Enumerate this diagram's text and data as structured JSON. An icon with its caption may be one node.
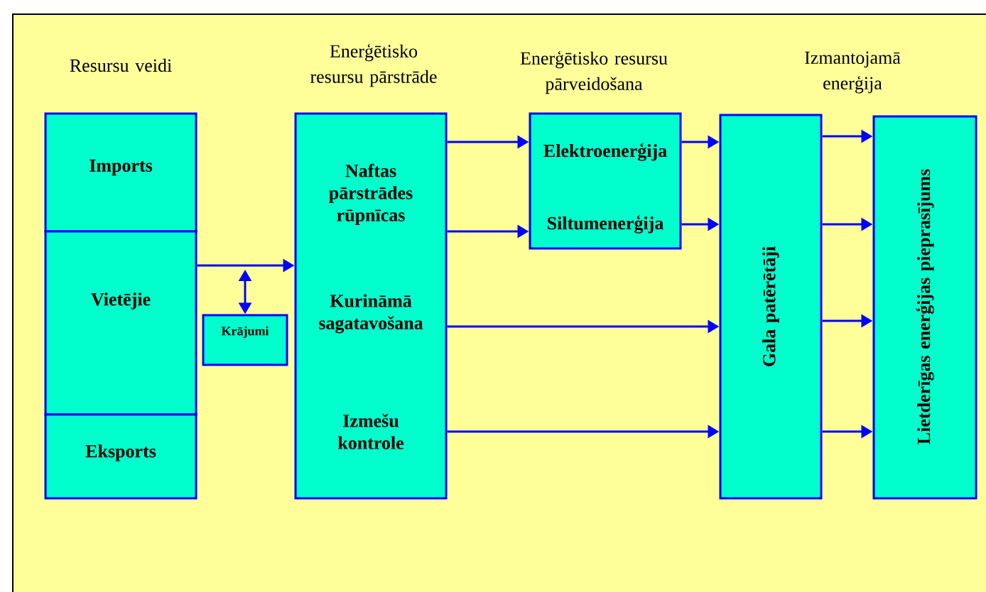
{
  "diagram": {
    "nodes": [
      {
        "text": [
          "Imports"
        ]
      },
      {
        "text": [
          "Vietējie"
        ]
      },
      {
        "text": [
          "Eksports"
        ]
      },
      {
        "text": [
          "Krājumi"
        ]
      },
      {
        "text": [
          "Naftas pārstrādes rūpnīcas",
          "Kurināmā sagatavošana",
          "Izmešu kontrole"
        ]
      },
      {
        "text": [
          "Elektroenerģija",
          "Siltumenerģija"
        ]
      },
      {
        "text": [
          "Gala patērētāji"
        ]
      },
      {
        "text": [
          "Lietderīgas enerģijas pieprasījums"
        ]
      }
    ],
    "edges": [
      {
        "from": 1,
        "to": 4,
        "arrow": "to"
      },
      {
        "from": null,
        "to": 3,
        "arrow": "both"
      },
      {
        "from": 4,
        "to": 5,
        "arrow": "to"
      },
      {
        "from": 4,
        "to": 5,
        "arrow": "to"
      },
      {
        "from": 5,
        "to": 6,
        "arrow": "to"
      },
      {
        "from": 5,
        "to": 6,
        "arrow": "to"
      },
      {
        "from": 4,
        "to": 6,
        "arrow": "to"
      },
      {
        "from": 4,
        "to": 6,
        "arrow": "to"
      },
      {
        "from": 6,
        "to": 7,
        "arrow": "to"
      },
      {
        "from": 6,
        "to": 7,
        "arrow": "to"
      },
      {
        "from": 6,
        "to": 7,
        "arrow": "to"
      },
      {
        "from": 6,
        "to": 7,
        "arrow": "to"
      }
    ],
    "labels": [
      "Resursu veidi",
      "Enerģētisko resursu pārstrāde",
      "Enerģētisko resursu pārveidošana",
      "Izmantojamā enerģija"
    ]
  }
}
